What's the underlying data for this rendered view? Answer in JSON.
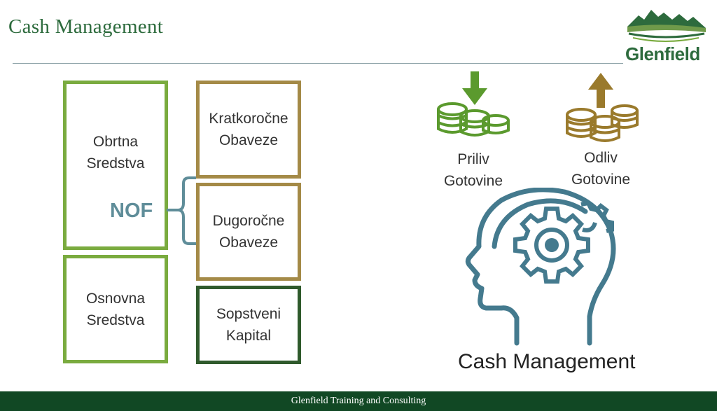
{
  "header": {
    "title": "Cash Management",
    "logo_text": "Glenfield"
  },
  "diagram": {
    "boxes": {
      "obrtna": [
        "Obrtna",
        "Sredstva"
      ],
      "osnovna": [
        "Osnovna",
        "Sredstva"
      ],
      "kratkorocne": [
        "Kratkoročne",
        "Obaveze"
      ],
      "dugorocne": [
        "Dugoročne",
        "Obaveze"
      ],
      "sopstveni": [
        "Sopstveni",
        "Kapital"
      ]
    },
    "nof_label": "NOF",
    "priliv": [
      "Priliv",
      "Gotovine"
    ],
    "odliv": [
      "Odliv",
      "Gotovine"
    ],
    "cash_label": "Cash Management"
  },
  "footer": {
    "text": "Glenfield Training and Consulting"
  },
  "colors": {
    "green": "#7aab3f",
    "gold": "#a48a47",
    "dark_green": "#2f5a2c",
    "steel": "#5f8d99",
    "footer": "#114824"
  }
}
